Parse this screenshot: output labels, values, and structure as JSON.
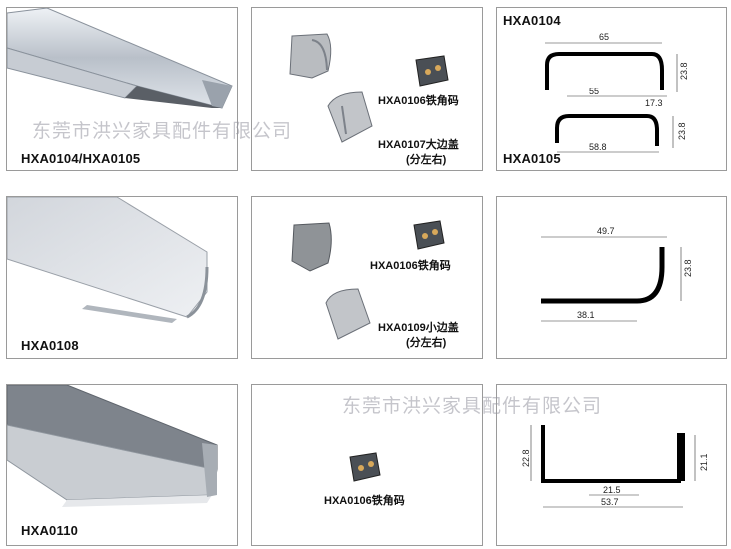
{
  "watermark": "东莞市洪兴家具配件有限公司",
  "row1": {
    "product_label": "HXA0104/HXA0105",
    "part_a": "HXA0106铁角码",
    "part_b_line1": "HXA0107大边盖",
    "part_b_line2": "(分左右)",
    "drawing_top_label": "HXA0104",
    "drawing_bottom_label": "HXA0105",
    "dims_top": [
      "65",
      "23.8"
    ],
    "dims_bottom": [
      "55",
      "17.3",
      "23.8",
      "58.8"
    ]
  },
  "row2": {
    "product_label": "HXA0108",
    "part_a": "HXA0106铁角码",
    "part_b_line1": "HXA0109小边盖",
    "part_b_line2": "(分左右)",
    "dims": [
      "49.7",
      "23.8",
      "38.1"
    ]
  },
  "row3": {
    "product_label": "HXA0110",
    "part_a": "HXA0106铁角码",
    "dims": [
      "22.8",
      "21.1",
      "21.5",
      "53.7"
    ]
  }
}
